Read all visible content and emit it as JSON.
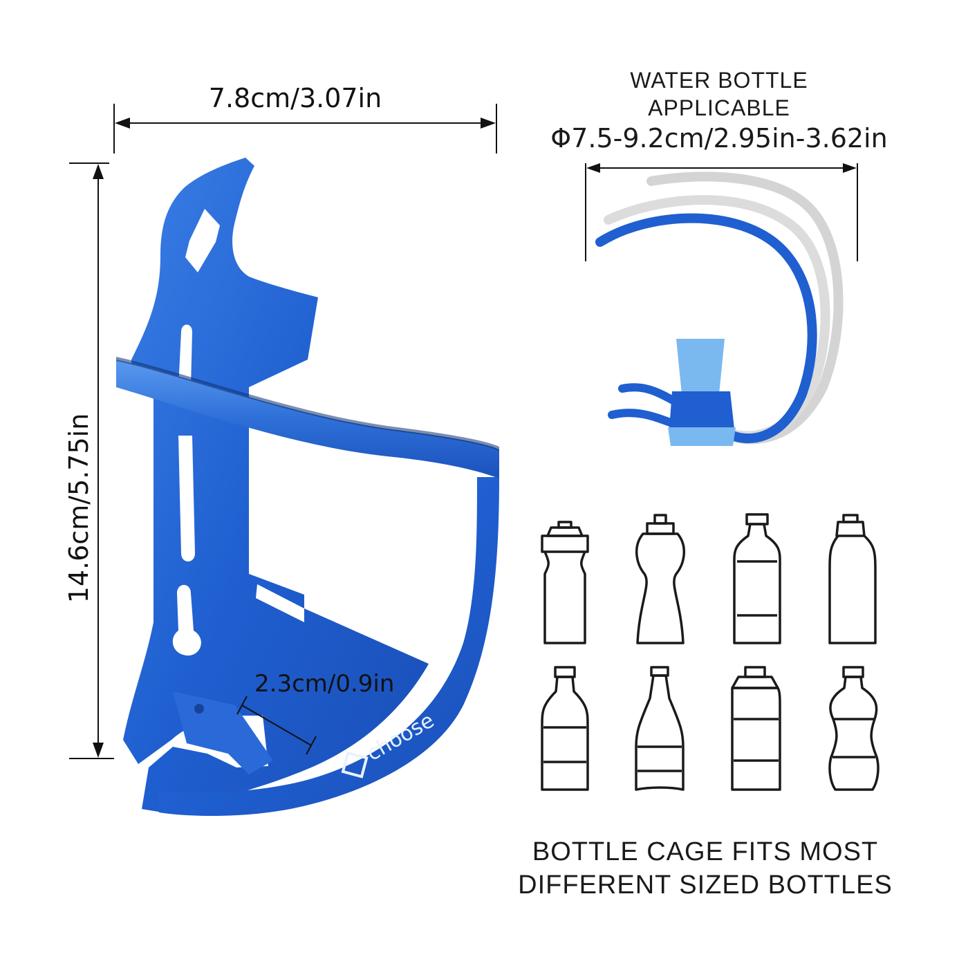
{
  "dimensions": {
    "width_label": "7.8cm/3.07in",
    "height_label": "14.6cm/5.75in",
    "slot_label": "2.3cm/0.9in"
  },
  "applicable": {
    "line1": "WATER BOTTLE",
    "line2": "APPLICABLE",
    "range": "Φ7.5-9.2cm/2.95in-3.62in"
  },
  "brand": {
    "logo_text": "choose"
  },
  "caption": {
    "line1": "BOTTLE CAGE FITS MOST",
    "line2": "DIFFERENT SIZED BOTTLES"
  },
  "colors": {
    "cage_blue": "#1f5fd0",
    "cage_highlight": "#4d8ff0",
    "light_blue": "#7ab8f0",
    "grey_ghost": "#d0d0d0",
    "ink": "#1a1a1a"
  },
  "bottle_icons": [
    "sport-bottle-icon",
    "squeeze-bottle-icon",
    "water-bottle-icon",
    "slim-bottle-icon",
    "soda-bottle-icon",
    "glass-bottle-icon",
    "jug-bottle-icon",
    "curvy-bottle-icon"
  ]
}
